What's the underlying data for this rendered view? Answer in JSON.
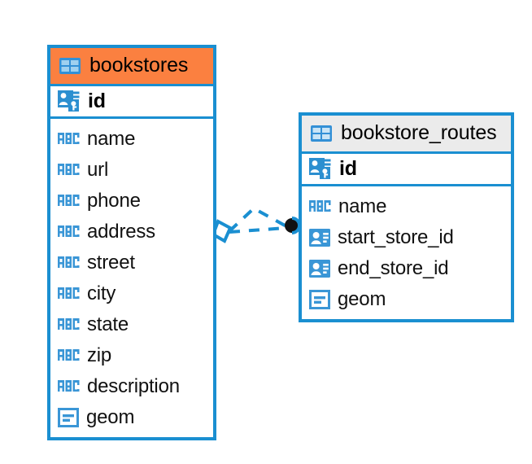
{
  "diagram": {
    "type": "entity-relationship-diagram",
    "background": "#ffffff",
    "accent_color": "#1a8fd1",
    "highlight_color": "#fb8040",
    "neutral_header_color": "#ebebeb"
  },
  "entities": [
    {
      "name": "bookstores",
      "header_style": "accent",
      "header_icon": "table-icon",
      "primary_key": {
        "label": "id",
        "icon": "primary-key-icon"
      },
      "fields": [
        {
          "label": "name",
          "icon": "text-type-icon"
        },
        {
          "label": "url",
          "icon": "text-type-icon"
        },
        {
          "label": "phone",
          "icon": "text-type-icon"
        },
        {
          "label": "address",
          "icon": "text-type-icon"
        },
        {
          "label": "street",
          "icon": "text-type-icon"
        },
        {
          "label": "city",
          "icon": "text-type-icon"
        },
        {
          "label": "state",
          "icon": "text-type-icon"
        },
        {
          "label": "zip",
          "icon": "text-type-icon"
        },
        {
          "label": "description",
          "icon": "text-type-icon"
        },
        {
          "label": "geom",
          "icon": "geometry-type-icon"
        }
      ]
    },
    {
      "name": "bookstore_routes",
      "header_style": "neutral",
      "header_icon": "table-icon",
      "primary_key": {
        "label": "id",
        "icon": "primary-key-icon"
      },
      "fields": [
        {
          "label": "name",
          "icon": "text-type-icon"
        },
        {
          "label": "start_store_id",
          "icon": "foreign-key-icon"
        },
        {
          "label": "end_store_id",
          "icon": "foreign-key-icon"
        },
        {
          "label": "geom",
          "icon": "geometry-type-icon"
        }
      ]
    }
  ],
  "relationship": {
    "from_entity": "bookstores",
    "to_entity": "bookstore_routes",
    "line_style": "dashed",
    "line_color": "#1a8fd1",
    "source_marker": "diamond-marker",
    "target_marker": "filled-circle-marker",
    "cardinality_lines": 2
  }
}
